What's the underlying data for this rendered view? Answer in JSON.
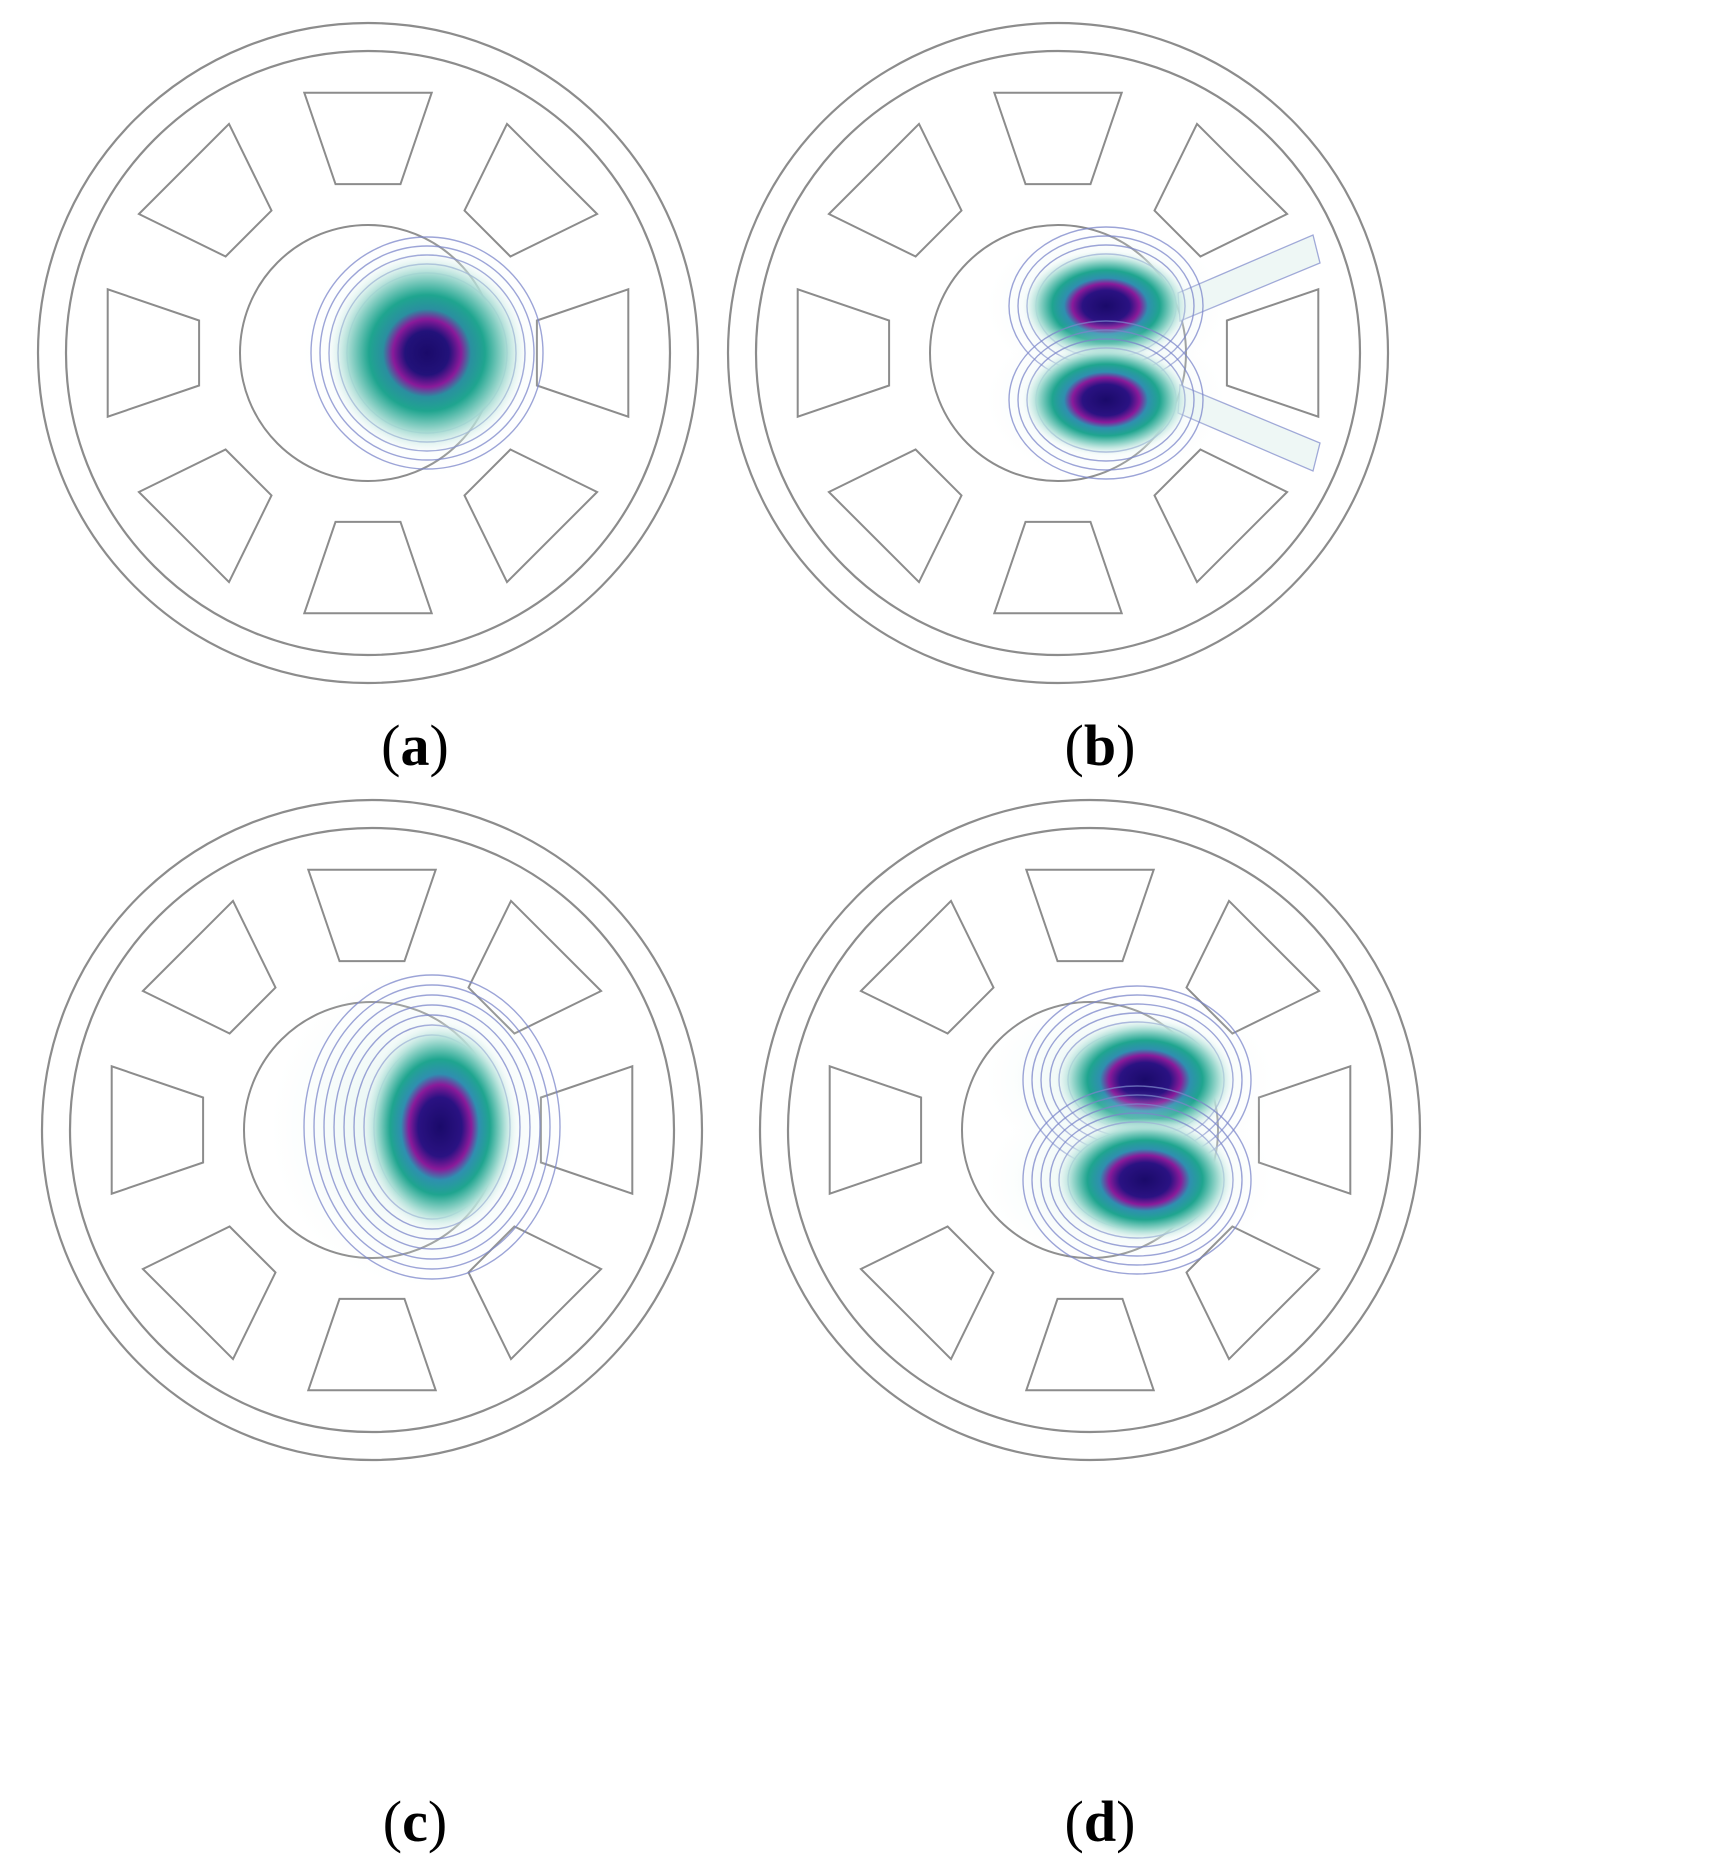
{
  "panels": [
    {
      "id": "a",
      "caption": "a",
      "mode": "single-center"
    },
    {
      "id": "b",
      "caption": "b",
      "mode": "two-lobes-vertical"
    },
    {
      "id": "c",
      "caption": "c",
      "mode": "single-offset-right"
    },
    {
      "id": "d",
      "caption": "d",
      "mode": "two-lobes-offset-right"
    }
  ],
  "colors": {
    "outline": "#8c8c8c",
    "contour": "#7b86c9",
    "field_core": "#1a0a6a",
    "field_ring": "#8a1a9a",
    "field_mid": "#1fa58f",
    "field_outer": "#b7e3dc"
  },
  "slot_count": 8
}
